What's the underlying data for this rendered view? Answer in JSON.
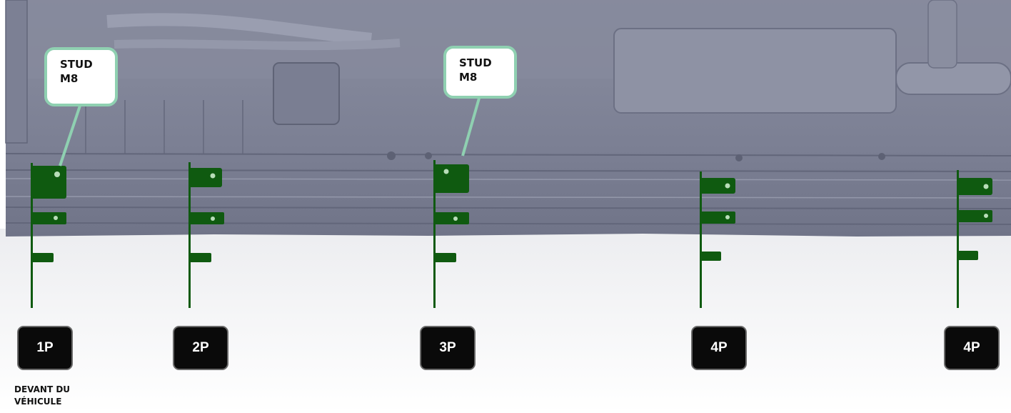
{
  "callouts": [
    {
      "line1": "STUD",
      "line2": "M8"
    },
    {
      "line1": "STUD",
      "line2": "M8"
    }
  ],
  "positions": [
    "1P",
    "2P",
    "3P",
    "4P",
    "4P"
  ],
  "front_label": {
    "line1": "DEVANT DU",
    "line2": "VÉHICULE"
  },
  "colors": {
    "underbody": "#7f8396",
    "bracket": "#0f5a10",
    "callout_border": "#8fd0b1",
    "badge": "#0a0a0a"
  }
}
